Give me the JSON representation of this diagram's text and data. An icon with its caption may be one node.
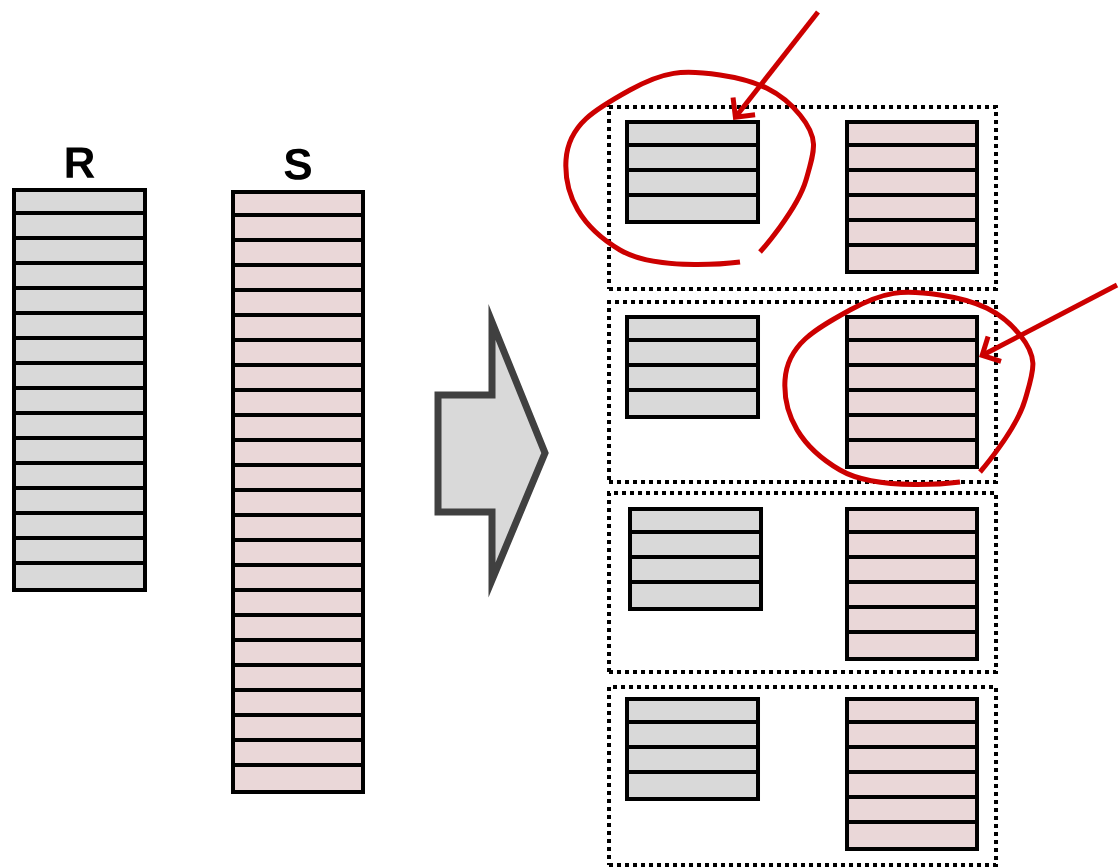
{
  "diagram": {
    "nodes": [
      {
        "text": [
          "R"
        ]
      },
      {
        "text": [
          "S"
        ]
      },
      {
        "text": [],
        "shape": "box"
      },
      {
        "text": [],
        "shape": "box",
        "in": 2
      },
      {
        "text": [],
        "shape": "box",
        "in": 2
      },
      {
        "text": [],
        "shape": "box"
      },
      {
        "text": [],
        "shape": "box",
        "in": 5
      },
      {
        "text": [],
        "shape": "box",
        "in": 5
      },
      {
        "text": [],
        "shape": "box"
      },
      {
        "text": [],
        "shape": "box",
        "in": 8
      },
      {
        "text": [],
        "shape": "box",
        "in": 8
      },
      {
        "text": [],
        "shape": "box"
      },
      {
        "text": [],
        "shape": "box",
        "in": 11
      },
      {
        "text": [],
        "shape": "box",
        "in": 11
      }
    ],
    "edges": [
      {
        "from": null,
        "to": 3,
        "arrow": "to",
        "color": "#cc0000"
      },
      {
        "from": null,
        "to": 7,
        "arrow": "to",
        "color": "#cc0000"
      }
    ]
  }
}
